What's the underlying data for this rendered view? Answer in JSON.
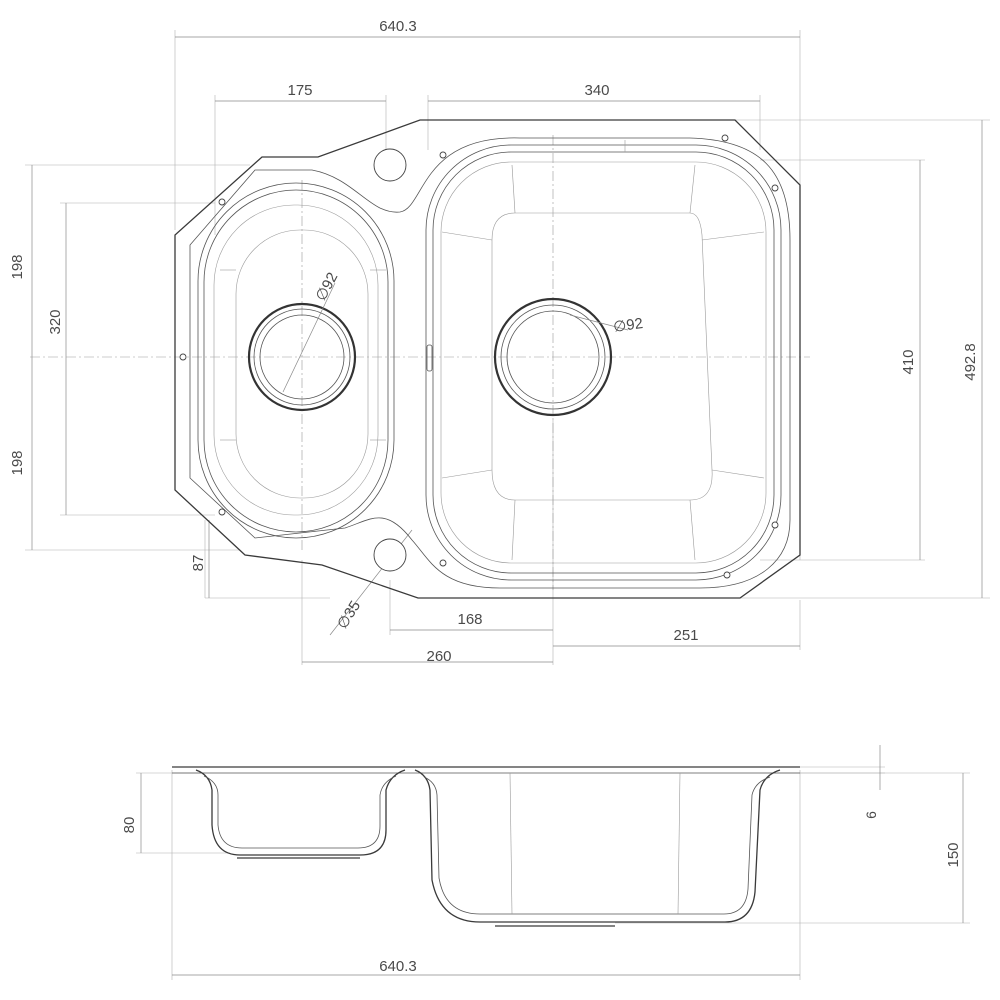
{
  "plan_view": {
    "dimensions": {
      "overall_width": "640.3",
      "small_bowl_width": "175",
      "large_bowl_width": "340",
      "upper_half_offset": "198",
      "small_bowl_length": "320",
      "lower_half_offset": "198",
      "large_bowl_length": "410",
      "overall_depth": "492.8",
      "bottom_edge_offset": "87",
      "tap_hole_dia": "35",
      "waste_spacing": "168",
      "drain_to_edge": "251",
      "tap_to_waste": "260"
    },
    "waste_small_dia": "92",
    "waste_large_dia": "92",
    "diameter_symbol": "∅"
  },
  "section_view": {
    "dimensions": {
      "small_bowl_depth": "80",
      "rim_thickness": "6",
      "large_bowl_depth": "150",
      "overall_width": "640.3"
    }
  }
}
